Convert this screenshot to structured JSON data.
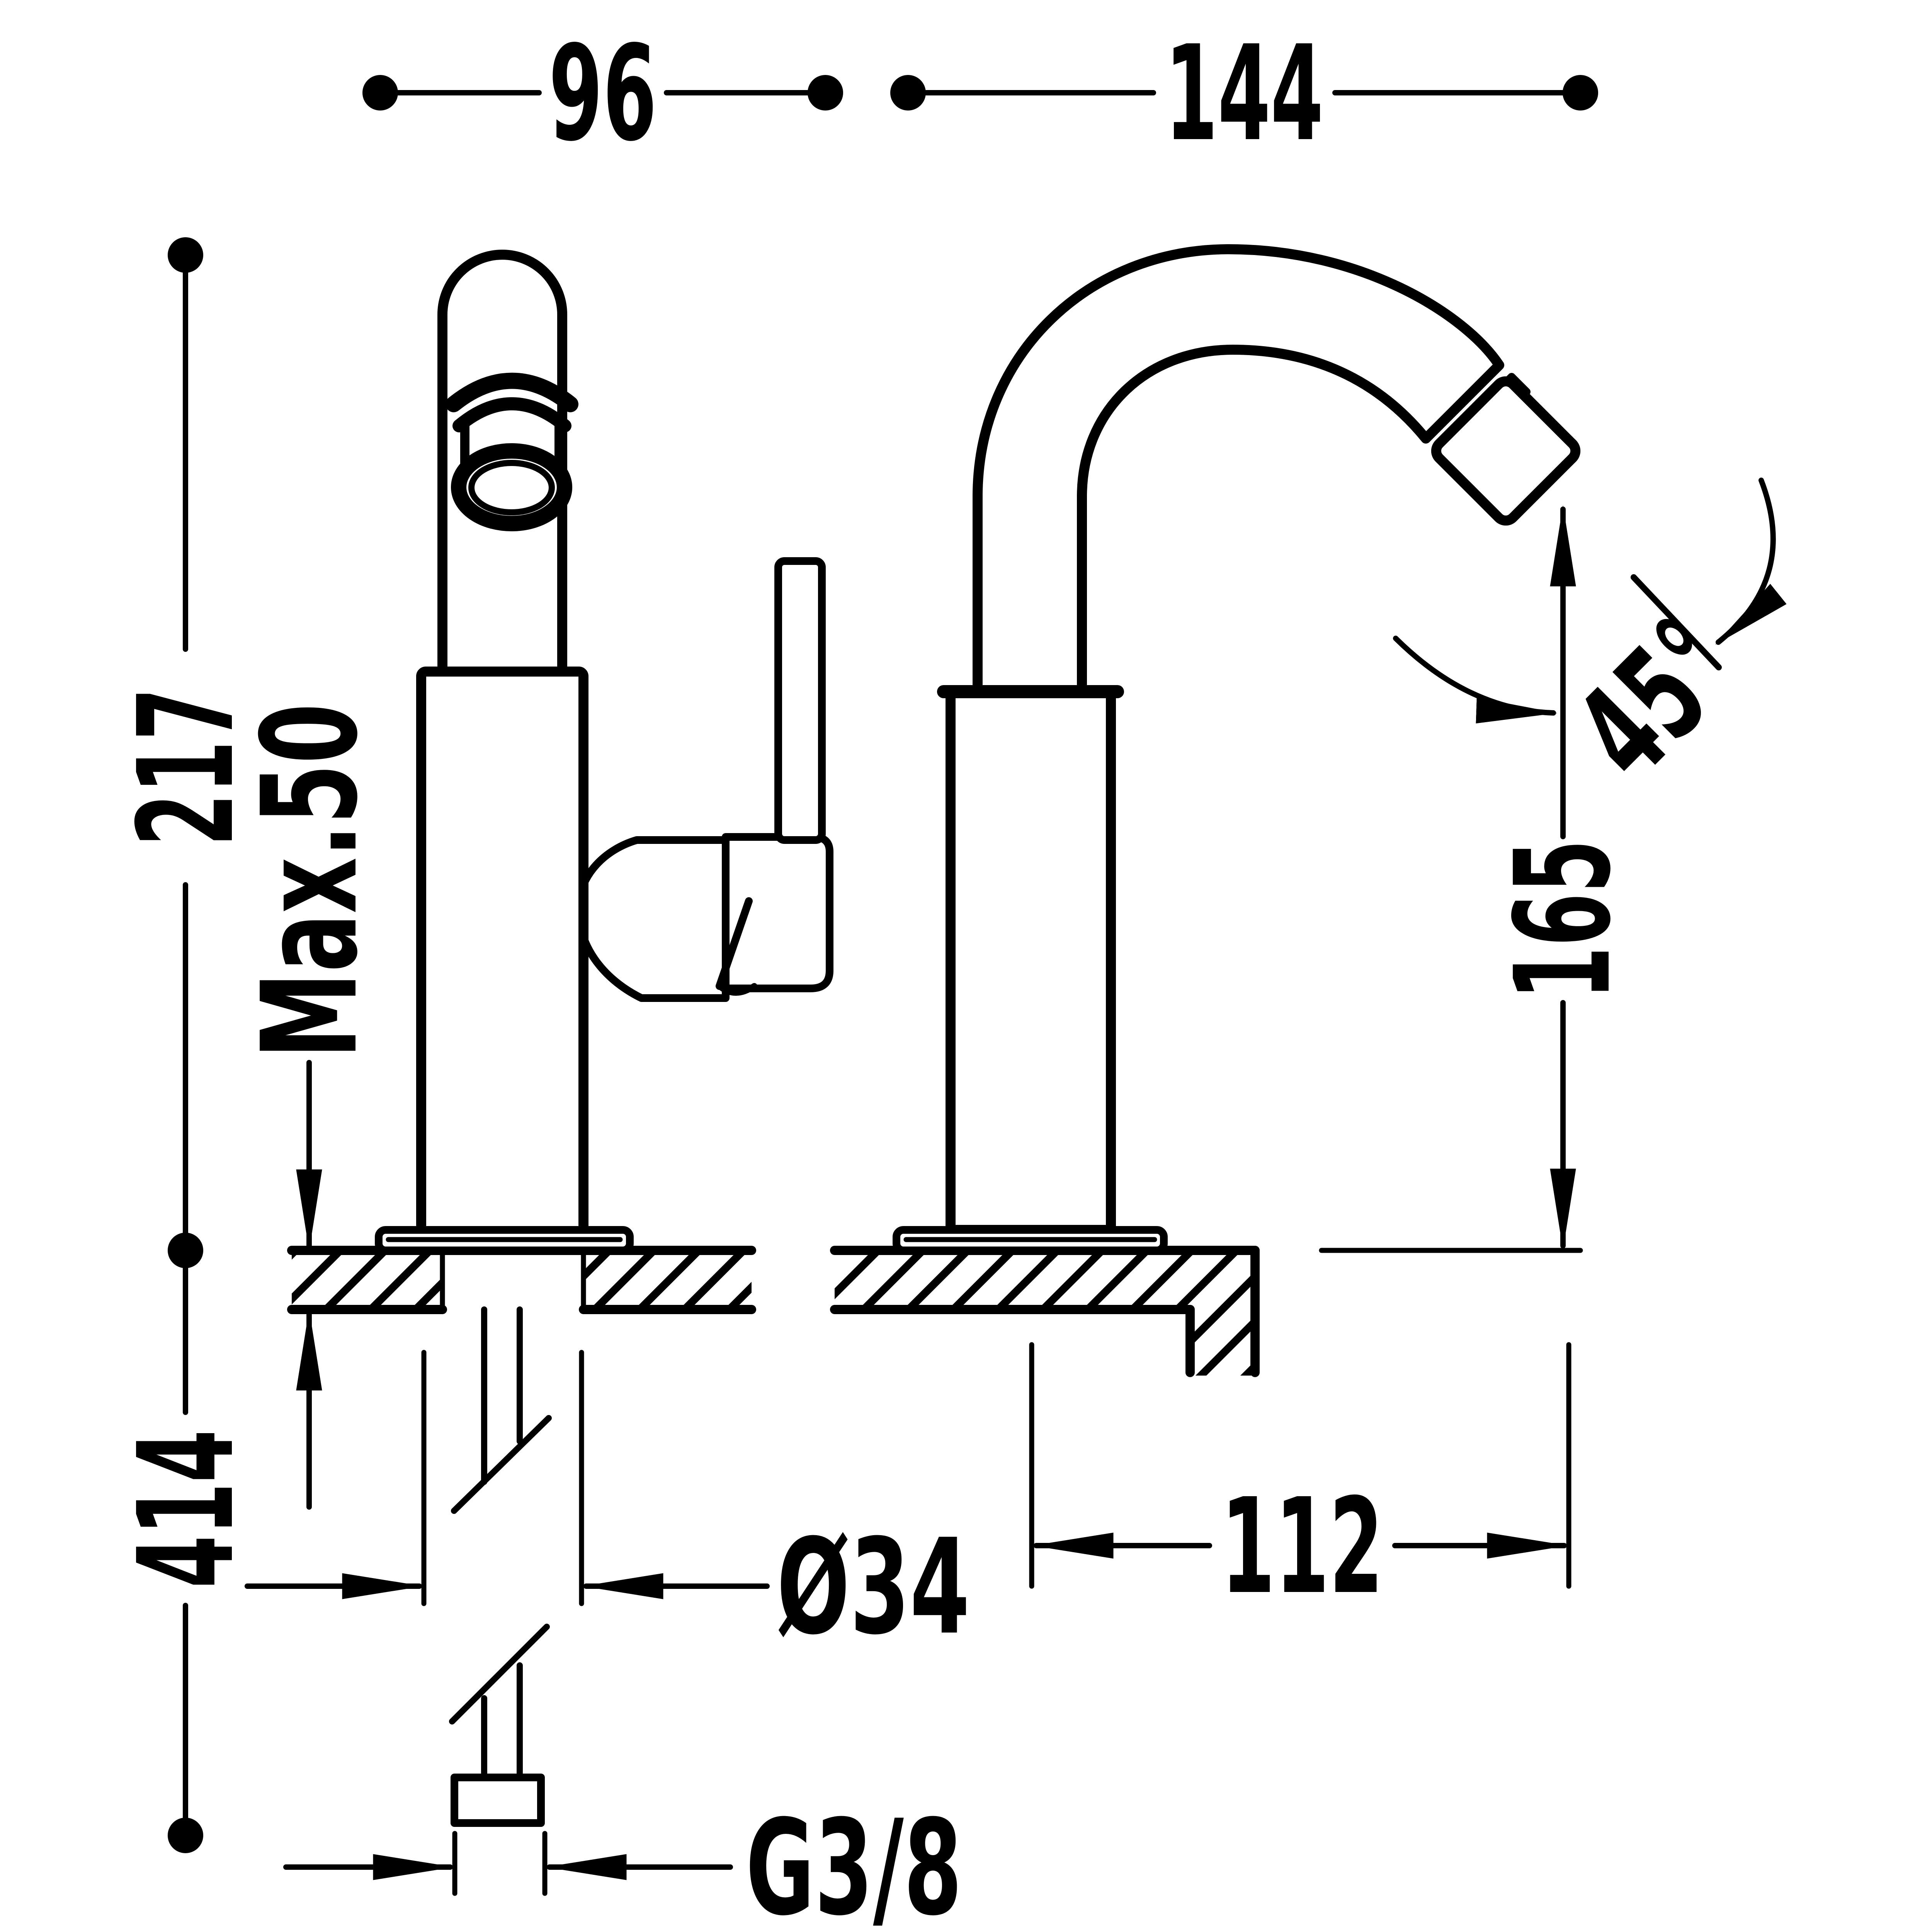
{
  "drawing": {
    "type": "technical-dimension-drawing",
    "subject": "single-lever bidet mixer tap, front view and side view with mounting cross-section",
    "colors": {
      "line": "#000000",
      "background": "#ffffff"
    },
    "views": {
      "front_view": "tap with rounded spout column, aerator ellipse, side lever handle, base flange on hatched countertop section, threaded shank with break symbols and G3/8 connector below",
      "side_view": "tap with gooseneck swivel spout, 45-degree angled outlet tip, base flange on L-shaped hatched countertop section"
    },
    "dimensions": {
      "front_width": "96",
      "side_depth": "144",
      "total_height": "217",
      "max_mounting_thickness": "Max.50",
      "below_deck_length": "414",
      "body_diameter": "Ø34",
      "thread_size": "G3/8",
      "spout_reach": "112",
      "spout_height": "165",
      "swivel_angle": "45°"
    }
  }
}
